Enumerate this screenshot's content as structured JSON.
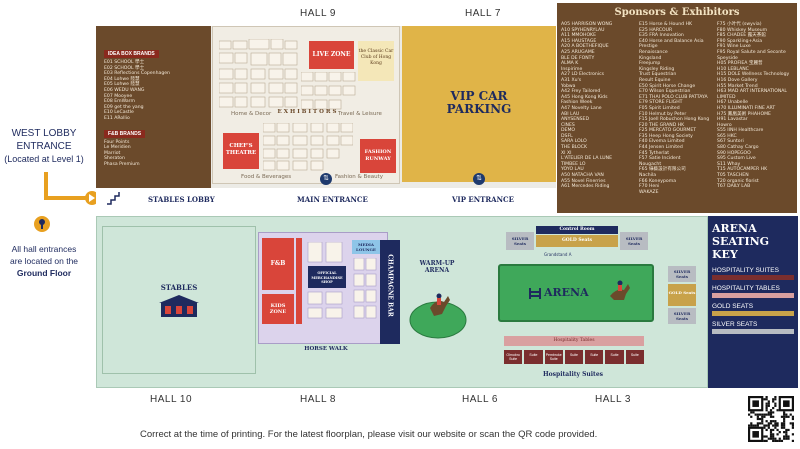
{
  "halls": {
    "hall9": "HALL 9",
    "hall7": "HALL 7",
    "hall10": "HALL 10",
    "hall8": "HALL 8",
    "hall6": "HALL 6",
    "hall3": "HALL 3"
  },
  "west_lobby": {
    "title_line1": "WEST LOBBY",
    "title_line2": "ENTRANCE",
    "subtitle": "(Located at Level 1)",
    "note_line1": "All hall entrances",
    "note_line2": "are located on the",
    "note_bold": "Ground Floor"
  },
  "idea_box": {
    "title": "IDEA BOX BRANDS",
    "items": [
      "E01 SCHOOL 學士",
      "E02 SCHOOL 學士",
      "E03 Reflections Copenhagen",
      "E04 Lohwe 陸慧",
      "E05 Lohwe 陸慧",
      "E06 WEDU WANG",
      "E07 Mooyee",
      "E08 EmWarm",
      "E09 get the yang",
      "E10 LeCastle",
      "E11 ARollio"
    ],
    "fb_title": "F&B BRANDS",
    "fb_items": [
      "Four Points",
      "Le Meridien",
      "Marriot",
      "Sheraton",
      "Phasa Premium"
    ]
  },
  "hall9_area": {
    "live_zone": "LIVE ZONE",
    "classic_car_club": "the Classic Car Club of Hong Kong",
    "exhibitors": "EXHIBITORS",
    "home_decor": "Home & Decor",
    "travel_leisure": "Travel & Leisure",
    "chefs_theatre": "CHEF'S THEATRE",
    "fashion_runway": "FASHION RUNWAY",
    "food_beverages": "Food & Beverages",
    "fashion_beauty": "Fashion & Beauty"
  },
  "vip_parking": {
    "line1": "VIP CAR",
    "line2": "PARKING"
  },
  "sponsors": {
    "title": "Sponsors & Exhibitors",
    "col1": [
      "A05 HARRISON WONG",
      "A10 SPYHENRYLAU",
      "A11 MMOHOKE",
      "A15 HAUSTAGE",
      "A20 A BOETHEFIQUE",
      "A25 ARUGAME",
      "BLE DE FONTY",
      "ALMA K",
      "Inspirime",
      "A27 LD Electronics",
      "A31 Xu's",
      "Yobwa",
      "A42 Frey Tailored",
      "A45 Hong Kong Kids",
      "Fashion Week",
      "A47 Novelty Lane",
      "ABI LAU",
      "ANYSENSED",
      "CINES",
      "DEMO",
      "DSFL",
      "SARA LOLO",
      "THE BLOCK",
      "XI XI",
      "L'ATELIER DE LA LUNE",
      "TIMBEE LO",
      "YOYO LAU",
      "A50 NATACHA VAN",
      "A55 Novel Finerries",
      "A61 Mercedes Riding"
    ],
    "col2": [
      "E15 Horse & Hound HK",
      "E25 HARCOUR",
      "E35 FRA Innovation",
      "E40 Horse and Balance Asia",
      "Prestige",
      "Renaissance",
      "Kingsland",
      "Freejump",
      "Kingsley Riding",
      "Trust Equestrian",
      "Result Equine",
      "E50 Spirit Horse Change",
      "E70 Wilson Equestrian",
      "E71 THAI POLO CLUB PATTAYA",
      "E79 STORE FLIGHT",
      "F05 Spirit Limited",
      "F10 Helmut by Peter",
      "F15 Joell Robuchon Hong Kong",
      "F20 THE GRAND HK",
      "F25 MERCATO GOURMET",
      "F35 Heep Hong Society",
      "F40 Elvema Limited",
      "F44 Jensen Limited",
      "F45 Tytherlat",
      "F57 Satie Incident",
      "Nougacht",
      "F65 綠藝設計有限公司",
      "Nachila",
      "F66 Koneypoma",
      "F70 Heni",
      "WAKAZE"
    ],
    "col3": [
      "F75 小叶代 (swyvia)",
      "F80 Whiskey Museum",
      "F85 CHADEE 露天茶館",
      "F90 Sparkling+Asia",
      "F91 Wine Luxe",
      "F95 Royal Salute and Seconte",
      "Speyside",
      "H05 PROFIEA 宝麗普",
      "H10 LEBLANC",
      "H15 DOLE Wellness Technology",
      "H16 Dove Gallery",
      "H55 Market Trend",
      "H63 MAD ART INTERNATIONAL",
      "LIMITED",
      "H67 Unabelle",
      "H70 ILLUMINATI FINE ART",
      "H75 鳳凰美術 PHAHOME",
      "H91 Lavastar",
      "Howro",
      "S55 IINH Healthcare",
      "S65 HKC",
      "S67 Suntori",
      "S80 Cathay Cargo",
      "S90 HOPEGOO",
      "S95 Custom Live",
      "S11 Whay",
      "T15 AUTOCAMPER HK",
      "T05 TASCHEN",
      "T20 organic florist",
      "T67 DAILY LAB"
    ]
  },
  "stables_lobby": "STABLES LOBBY",
  "main_entrance": "MAIN ENTRANCE",
  "vip_entrance": "VIP ENTRANCE",
  "hall10_area": {
    "stables": "STABLES"
  },
  "hall8_area": {
    "fb": "F&B",
    "kids_zone": "KIDS ZONE",
    "official_merchandise": "OFFICIAL MERCHANDISE SHOP",
    "media_lounge": "MEDIA LOUNGE",
    "champagne_bar": "CHAMPAGNE BAR",
    "horse_walk": "HORSE WALK",
    "warm_up_arena": "WARM-UP ARENA"
  },
  "arena_area": {
    "control_room": "Control Room",
    "gold_seats": "GOLD Seats",
    "silver_seats": "SILVER Seats",
    "grandstand": "Grandstand A",
    "arena": "ARENA",
    "hospitality_tables": "Hospitality Tables",
    "hospitality_suites": "Hospitality Suites",
    "suites": [
      "Olmobro Suite",
      "Suite",
      "Pembroke Suite",
      "Suite",
      "Suite",
      "Suite",
      "Suite"
    ]
  },
  "seating_key": {
    "title_line1": "ARENA",
    "title_line2": "SEATING",
    "title_line3": "KEY",
    "items": [
      {
        "label": "HOSPITALITY SUITES",
        "color": "#7a2e2e"
      },
      {
        "label": "HOSPITALITY TABLES",
        "color": "#d9a0a0"
      },
      {
        "label": "GOLD SEATS",
        "color": "#c8a24a"
      },
      {
        "label": "SILVER SEATS",
        "color": "#b8bcc2"
      }
    ]
  },
  "footer": "Correct at the time of printing. For the latest floorplan, please visit our website or scan the QR code provided.",
  "colors": {
    "brown": "#6b4a2b",
    "navy": "#1e2a5e",
    "arena_green": "#3fa85a",
    "mint": "#cfe6d9",
    "lavender": "#dcd3ec",
    "red": "#c0392b",
    "yellow": "#d9ac3a"
  }
}
